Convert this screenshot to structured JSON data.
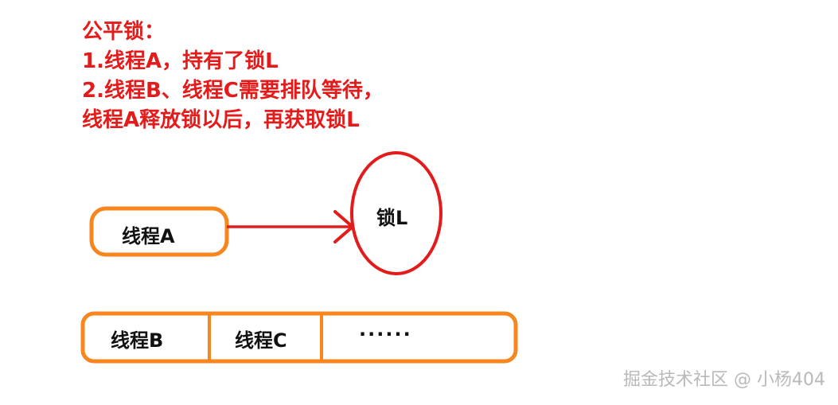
{
  "text": {
    "heading": "公平锁：",
    "line1": "1.线程A，持有了锁L",
    "line2": "2.线程B、线程C需要排队等待，",
    "line3": "线程A释放锁以后，再获取锁L"
  },
  "diagram": {
    "holder_label": "线程A",
    "lock_label": "锁L",
    "queue": [
      "线程B",
      "线程C",
      "······"
    ]
  },
  "colors": {
    "text_red": "#e31b1b",
    "arrow_red": "#e31b1b",
    "box_orange": "#f7861f",
    "ellipse_red": "#e31b1b",
    "watermark": "#b9b9b9"
  },
  "watermark": "掘金技术社区 @ 小杨404"
}
